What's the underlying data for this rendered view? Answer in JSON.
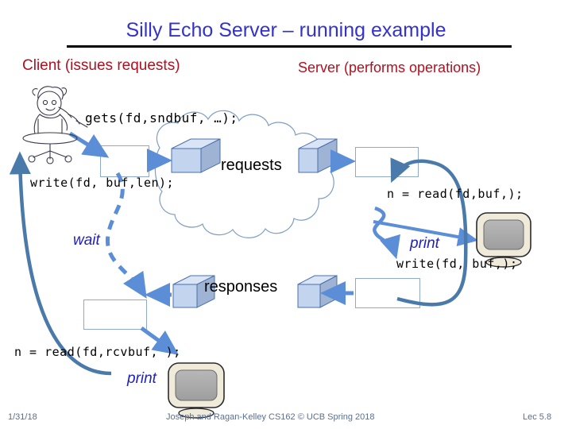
{
  "slide": {
    "title": "Silly Echo Server – running example",
    "title_color": "#3333cc",
    "rule_color": "#000000",
    "background": "#ffffff"
  },
  "columns": {
    "client_header": "Client (issues requests)",
    "server_header": "Server (performs operations)",
    "header_color": "#b01020"
  },
  "client": {
    "gets_call": "gets(fd,sndbuf, …);",
    "write_call": "write(fd, buf,len);",
    "read_call": "n = read(fd,rcvbuf, );",
    "wait_label": "wait",
    "print_label": "print"
  },
  "server": {
    "read_call": "n = read(fd,buf,);",
    "write_call": "write(fd, buf,);",
    "print_label": "print"
  },
  "network": {
    "requests_label": "requests",
    "responses_label": "responses",
    "cloud_stroke": "#7f9dc4",
    "packet_fill": "#c3d4ef",
    "packet_stroke": "#4a6fa8",
    "arrow_color": "#5b8ed6",
    "curve_color": "#4a7aaa"
  },
  "icons": {
    "client_person": "person-at-desk-icon",
    "client_monitor": "monitor-icon",
    "server_monitor": "monitor-icon",
    "monitor_bezel": "#efeada",
    "monitor_screen": "#a8a8a8"
  },
  "footer": {
    "date": "1/31/18",
    "center": "Joseph and Ragan-Kelley CS162 © UCB Spring 2018",
    "page": "Lec 5.8",
    "color": "#5a6f93"
  }
}
